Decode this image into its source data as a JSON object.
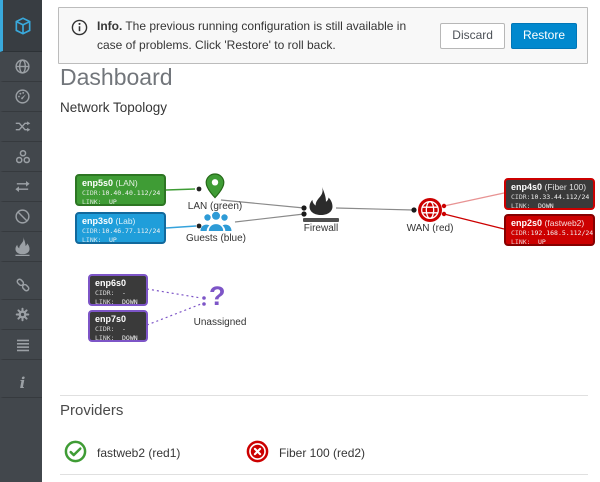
{
  "banner": {
    "title": "Info.",
    "message": "The previous running configuration is still available in case of problems. Click 'Restore' to roll back.",
    "discard_label": "Discard",
    "restore_label": "Restore"
  },
  "page": {
    "title": "Dashboard",
    "topology_heading": "Network Topology",
    "providers_heading": "Providers"
  },
  "topology": {
    "cidr_label": "CIDR:",
    "link_label": "LINK:",
    "interfaces": [
      {
        "id": "enp5s0",
        "zone": "(LAN)",
        "cidr": "10.40.40.112/24",
        "link": "UP"
      },
      {
        "id": "enp3s0",
        "zone": "(Lab)",
        "cidr": "10.46.77.112/24",
        "link": "UP"
      },
      {
        "id": "enp4s0",
        "zone": "(Fiber 100)",
        "cidr": "10.33.44.112/24",
        "link": "DOWN"
      },
      {
        "id": "enp2s0",
        "zone": "(fastweb2)",
        "cidr": "192.168.5.112/24",
        "link": "UP"
      },
      {
        "id": "enp6s0",
        "zone": "",
        "cidr": "-",
        "link": "DOWN"
      },
      {
        "id": "enp7s0",
        "zone": "",
        "cidr": "-",
        "link": "DOWN"
      }
    ],
    "nodes": {
      "lan": "LAN (green)",
      "guests": "Guests (blue)",
      "firewall": "Firewall",
      "wan": "WAN (red)",
      "unassigned": "Unassigned"
    },
    "question_mark": "?"
  },
  "providers": {
    "items": [
      {
        "name": "fastweb2 (red1)",
        "status": "up"
      },
      {
        "name": "Fiber 100 (red2)",
        "status": "down"
      }
    ]
  },
  "sidebar": {
    "items": [
      {
        "icon": "cube-icon",
        "active": true
      },
      {
        "icon": "globe-icon"
      },
      {
        "icon": "gauge-icon"
      },
      {
        "icon": "shuffle-icon"
      },
      {
        "icon": "nodes-icon"
      },
      {
        "icon": "exchange-icon"
      },
      {
        "icon": "ban-icon"
      },
      {
        "icon": "flame-icon"
      },
      {
        "icon": "link-icon"
      },
      {
        "icon": "gear-icon"
      },
      {
        "icon": "list-icon"
      },
      {
        "icon": "info-icon"
      }
    ]
  },
  "colors": {
    "accent_blue": "#39a9dc",
    "primary_button": "#0088ce",
    "green_zone": "#3f9c35",
    "blue_zone": "#1f9eda",
    "red_zone": "#cc0000",
    "purple_unassigned": "#7d55c7"
  }
}
